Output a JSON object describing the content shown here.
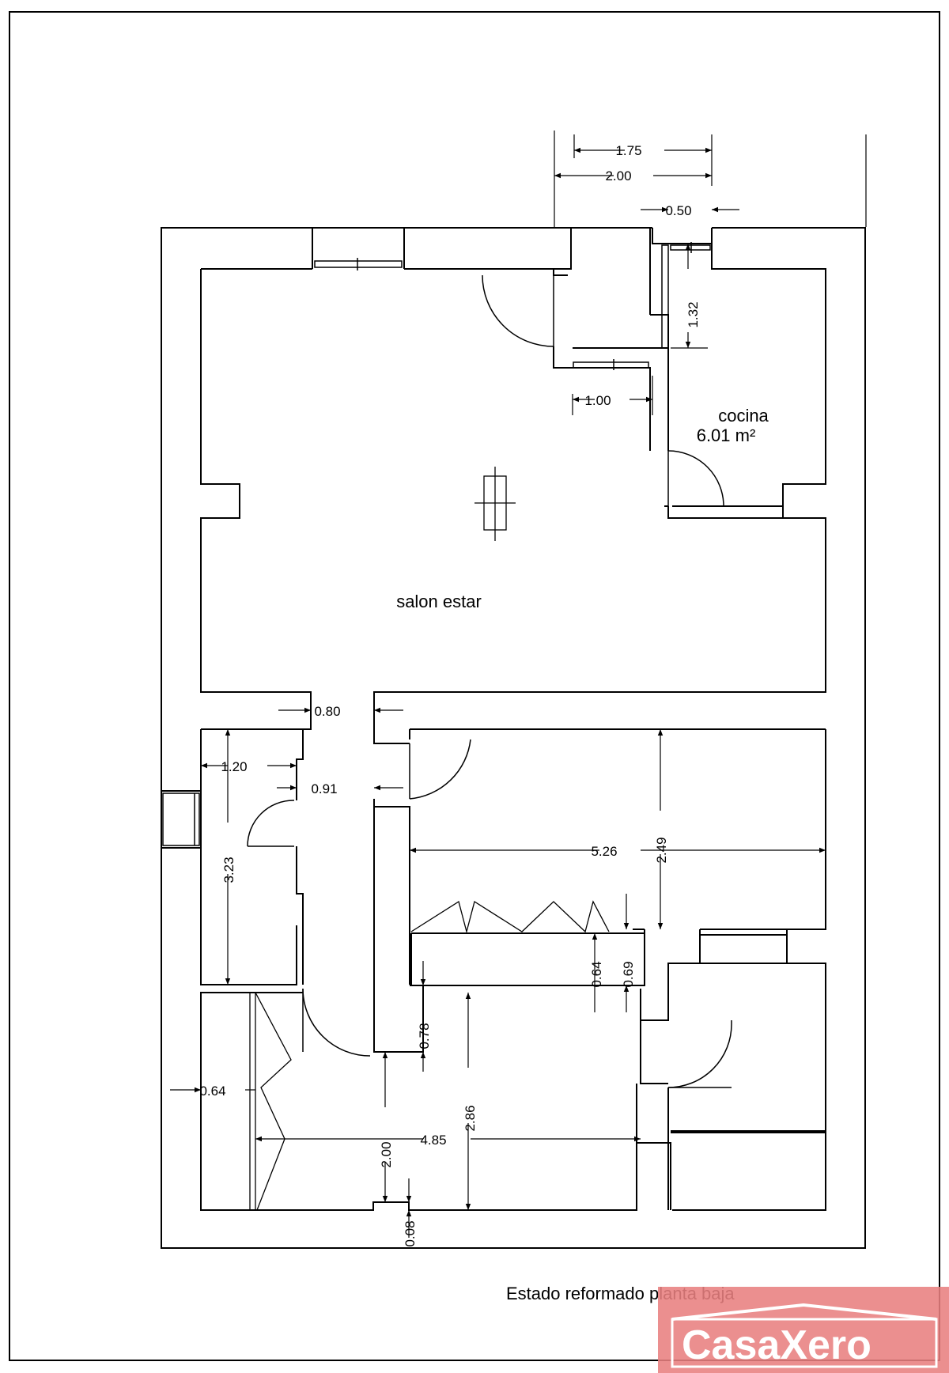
{
  "title": "Estado reformado planta baja",
  "rooms": {
    "salon": "salon estar",
    "cocina_name": "cocina",
    "cocina_area": "6.01 m²"
  },
  "dimensions": {
    "d175": "1.75",
    "d200_top": "2.00",
    "d050": "0.50",
    "d132": "1.32",
    "d100": "1.00",
    "d080": "0.80",
    "d120": "1.20",
    "d091": "0.91",
    "d323": "3.23",
    "d249": "2.49",
    "d526": "5.26",
    "d064a": "0.64",
    "d069": "0.69",
    "d078": "0.78",
    "d064b": "0.64",
    "d200_low": "2.00",
    "d286": "2.86",
    "d485": "4.85",
    "d008": "0.08"
  },
  "logo": {
    "text": "CasaXero",
    "bg_color": "#e88080",
    "fg_color": "#ffffff"
  }
}
